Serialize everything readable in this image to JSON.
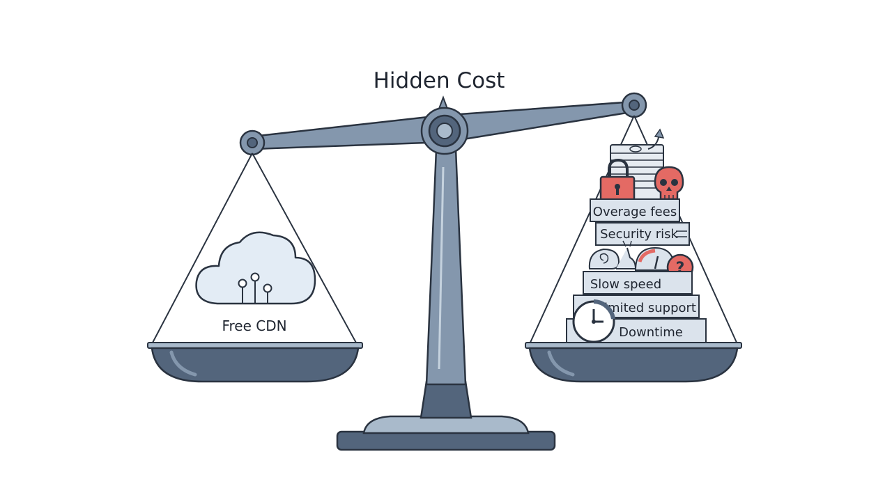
{
  "diagram": {
    "title": "Hidden Cost",
    "left_pan": {
      "label": "Free CDN",
      "icon": "cloud-network-icon"
    },
    "right_pan": {
      "items": [
        "Overage fees",
        "Security risk",
        "Slow speed",
        "Limited support",
        "Downtime"
      ],
      "icons": [
        "money-stack-icon",
        "padlock-icon",
        "skull-icon",
        "snail-icon",
        "speedometer-icon",
        "question-icon",
        "clock-icon"
      ]
    },
    "colors": {
      "scale_body": "#8497ad",
      "scale_dark": "#53657c",
      "outline": "#2a3340",
      "box_fill": "#dbe3ec",
      "warning_red": "#e46a64",
      "cloud_fill": "#e3ecf5"
    }
  }
}
